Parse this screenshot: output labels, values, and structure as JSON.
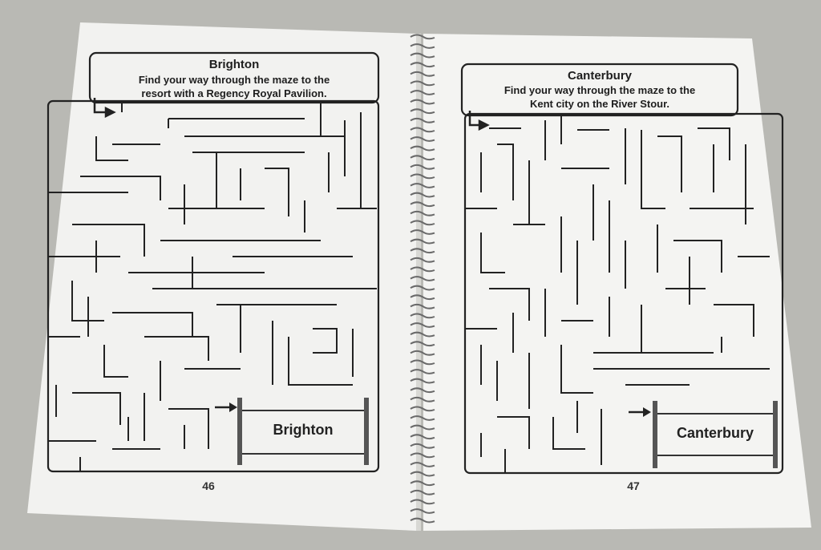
{
  "left_page": {
    "title": "Brighton",
    "line1": "Find your way through the maze to the",
    "line2": "resort with a Regency Royal Pavilion.",
    "sign": "Brighton",
    "page_number": "46"
  },
  "right_page": {
    "title": "Canterbury",
    "line1": "Find your way through the maze to the",
    "line2": "Kent city on the River Stour.",
    "sign": "Canterbury",
    "page_number": "47"
  },
  "colors": {
    "background": "#b9b9b4",
    "paper": "#f3f3f1",
    "ink": "#1e1e1e"
  }
}
